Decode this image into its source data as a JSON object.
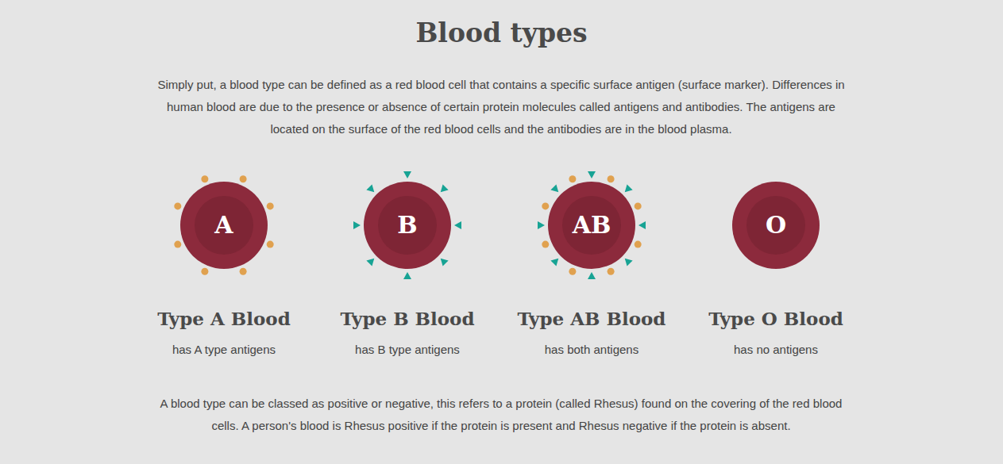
{
  "diagram": {
    "title": "Blood types",
    "nodes": [
      {
        "text": [
          "A",
          "Type A Blood",
          "has A type antigens"
        ]
      },
      {
        "text": [
          "B",
          "Type B Blood",
          "has B type antigens"
        ]
      },
      {
        "text": [
          "AB",
          "Type AB Blood",
          "has both antigens"
        ]
      },
      {
        "text": [
          "O",
          "Type O Blood",
          "has no antigens"
        ]
      }
    ],
    "labels": [
      "Simply put, a blood type can be defined as a red blood cell that contains a specific surface antigen (surface marker). Differences in human blood are due to the presence or absence of certain protein molecules called antigens and antibodies. The antigens are located on the surface of the red blood cells and the antibodies are in the blood plasma.",
      "A blood type can be classed as positive or negative, this refers to a protein (called Rhesus) found on the covering of the red blood cells. A person's blood is Rhesus positive if the protein is present and Rhesus negative if the protein is absent."
    ]
  }
}
